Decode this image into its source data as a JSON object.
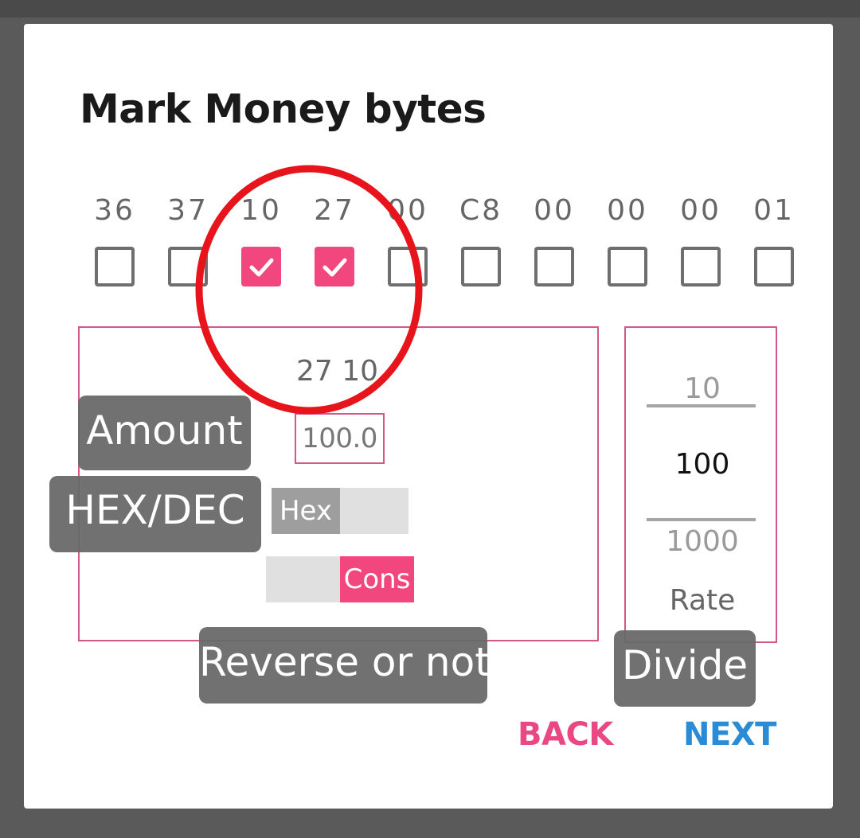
{
  "dialog": {
    "title": "Mark Money bytes"
  },
  "bytes": [
    {
      "label": "36",
      "checked": false
    },
    {
      "label": "37",
      "checked": false
    },
    {
      "label": "10",
      "checked": true
    },
    {
      "label": "27",
      "checked": true
    },
    {
      "label": "00",
      "checked": false
    },
    {
      "label": "C8",
      "checked": false
    },
    {
      "label": "00",
      "checked": false
    },
    {
      "label": "00",
      "checked": false
    },
    {
      "label": "00",
      "checked": false
    },
    {
      "label": "01",
      "checked": false
    }
  ],
  "panel": {
    "merged_value": "27 10",
    "amount_value": "100.0",
    "hex_toggle_label": "Hex",
    "cons_toggle_label": "Cons"
  },
  "rate_picker": {
    "options": [
      "10",
      "100",
      "1000"
    ],
    "selected": "100",
    "label": "Rate"
  },
  "annotations": {
    "amount": "Amount",
    "hex_dec": "HEX/DEC",
    "reverse": "Reverse or not",
    "divide": "Divide"
  },
  "buttons": {
    "back": "BACK",
    "next": "NEXT"
  },
  "colors": {
    "accent_pink": "#f2467f",
    "next_blue": "#2a8bd6",
    "highlight_circle": "#e8141c"
  }
}
